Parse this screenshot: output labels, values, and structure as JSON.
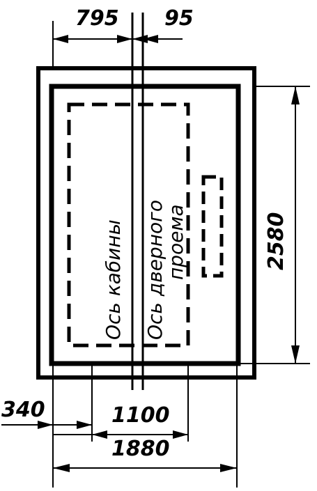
{
  "dimensions": {
    "d795": "795",
    "d95": "95",
    "d2580": "2580",
    "d340": "340",
    "d1100": "1100",
    "d1880": "1880"
  },
  "axes": {
    "cabin_axis": "Ось кабины",
    "door_axis_line1": "Ось дверного",
    "door_axis_line2": "проема"
  }
}
